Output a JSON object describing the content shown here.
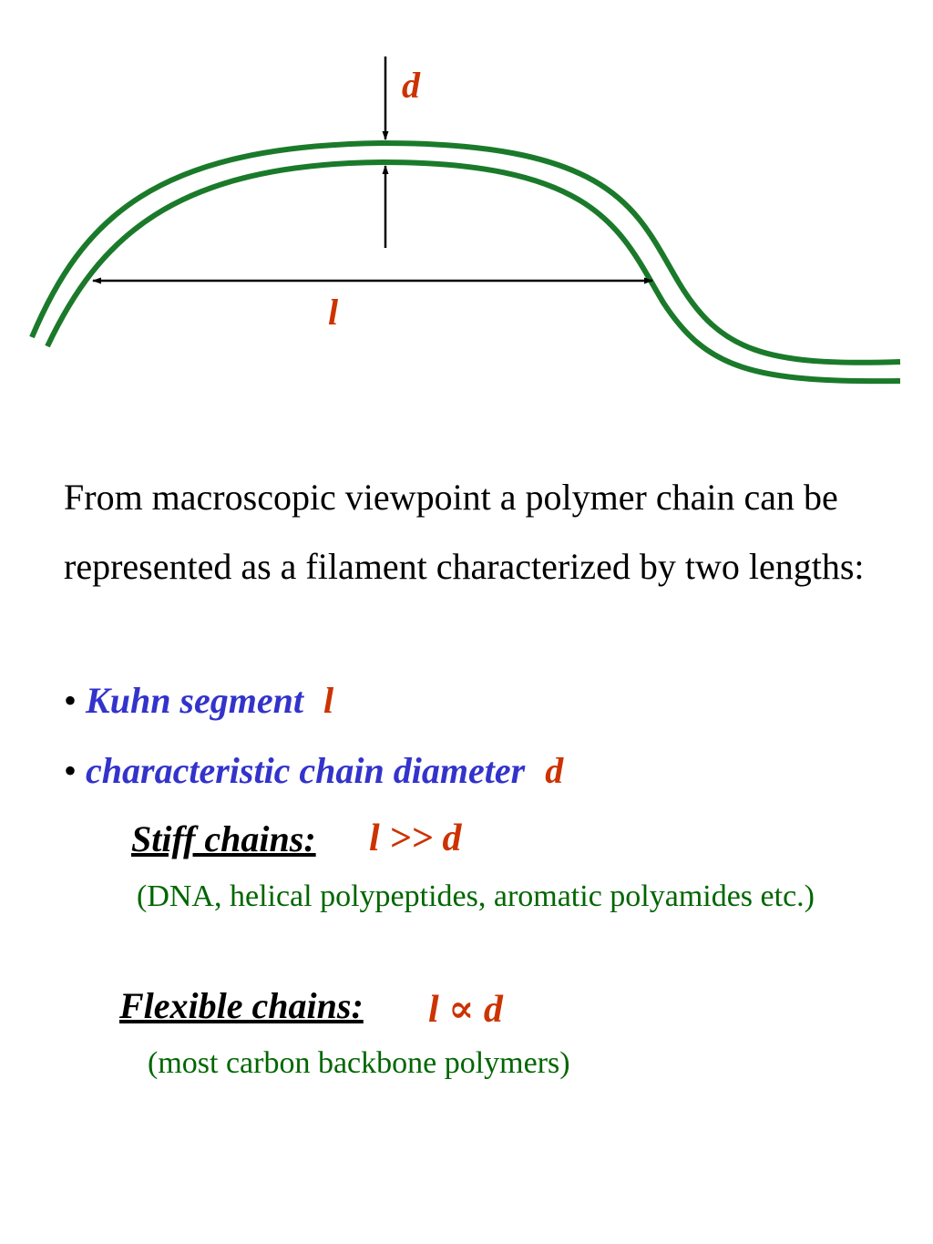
{
  "diagram": {
    "label_d": "d",
    "label_l": "l",
    "colors": {
      "chain": "#1a7a2a",
      "label": "#cc3300",
      "arrow": "#000000"
    }
  },
  "text": {
    "paragraph": "From macroscopic viewpoint a polymer chain can be represented as a filament characterized by two lengths:",
    "bullets": [
      {
        "marker": "•",
        "term": "Kuhn segment",
        "symbol": "l"
      },
      {
        "marker": "•",
        "term": "characteristic chain diameter",
        "symbol": "d"
      }
    ]
  },
  "cases": {
    "stiff": {
      "title": "Stiff chains:",
      "relation": "l >> d",
      "examples": "(DNA, helical polypeptides, aromatic polyamides etc.)"
    },
    "flexible": {
      "title": "Flexible chains:",
      "relation": "l ∝ d",
      "examples": "(most carbon backbone polymers)"
    }
  },
  "colors": {
    "term": "#3333cc",
    "symbol": "#cc3300",
    "examples": "#006600",
    "body": "#000000"
  }
}
